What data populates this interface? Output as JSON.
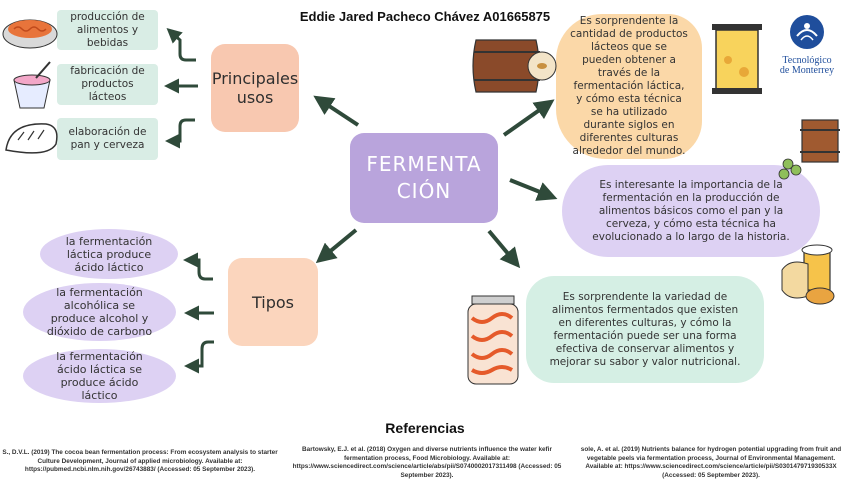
{
  "header": {
    "title": "Eddie Jared Pacheco Chávez A01665875"
  },
  "logo": {
    "line1": "Tecnológico",
    "line2": "de Monterrey"
  },
  "center": {
    "line1": "FERMENTA",
    "line2": "CIÓN"
  },
  "usos": {
    "title": "Principales usos",
    "items": [
      "producción de alimentos y bebidas",
      "fabricación de productos lácteos",
      "elaboración de pan y cerveza"
    ]
  },
  "tipos": {
    "title": "Tipos",
    "items": [
      "la fermentación láctica produce ácido láctico",
      "la fermentación alcohólica se produce alcohol y dióxido de carbono",
      "la fermentación ácido láctica se produce ácido láctico"
    ]
  },
  "notes": {
    "lacteos": "Es sorprendente la cantidad de productos lácteos que se pueden obtener a través de la fermentación láctica, y cómo esta técnica se ha utilizado durante siglos en diferentes culturas alrededor del mundo.",
    "pan": "Es interesante la importancia de la fermentación en la producción de alimentos básicos como el pan y la cerveza, y cómo esta técnica ha evolucionado a lo largo de la historia.",
    "variedad": "Es sorprendente la variedad de alimentos fermentados que existen en diferentes culturas, y cómo la fermentación puede ser una forma efectiva de conservar alimentos y mejorar su sabor y valor nutricional."
  },
  "references": {
    "title": "Referencias",
    "items": [
      "S., D.V.L. (2019) The cocoa bean fermentation process: From ecosystem analysis to starter Culture Development, Journal of applied microbiology. Available at: https://pubmed.ncbi.nlm.nih.gov/26743883/ (Accessed: 05 September 2023).",
      "Bartowsky, E.J. et al. (2018) Oxygen and diverse nutrients influence the water kefir fermentation process, Food Microbiology. Available at: https://www.sciencedirect.com/science/article/abs/pii/S0740002017311498 (Accessed: 05 September 2023).",
      "sole, A. et al. (2019) Nutrients balance for hydrogen potential upgrading from fruit and vegetable peels via fermentation process, Journal of Environmental Management. Available at: https://www.sciencedirect.com/science/article/pii/S030147971930533X (Accessed: 05 September 2023)."
    ]
  },
  "colors": {
    "arrow": "#2f4a3a",
    "center": "#b9a4dc",
    "peach": "#f8c8b0",
    "green": "#d9ede5",
    "lavender": "#ddd1f3",
    "orange": "#fbd8a8"
  }
}
